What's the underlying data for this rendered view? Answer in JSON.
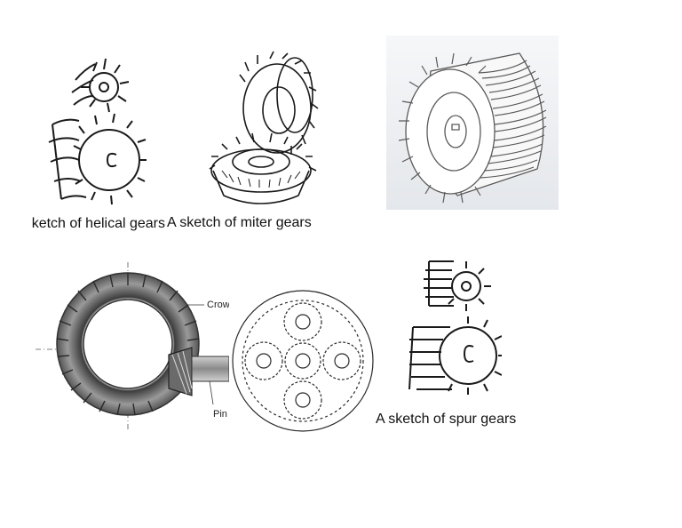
{
  "captions": {
    "helical": "A sketch of helical gears",
    "miter": "A sketch of miter gears",
    "spur": "A sketch of spur gears"
  },
  "labels": {
    "crown": "Crow",
    "pinion": "Pin"
  },
  "colors": {
    "ink": "#1a1a1a",
    "cad_bg": "#eef0f3",
    "metal_dark": "#4a4a4a",
    "metal_light": "#bdbdbd"
  }
}
